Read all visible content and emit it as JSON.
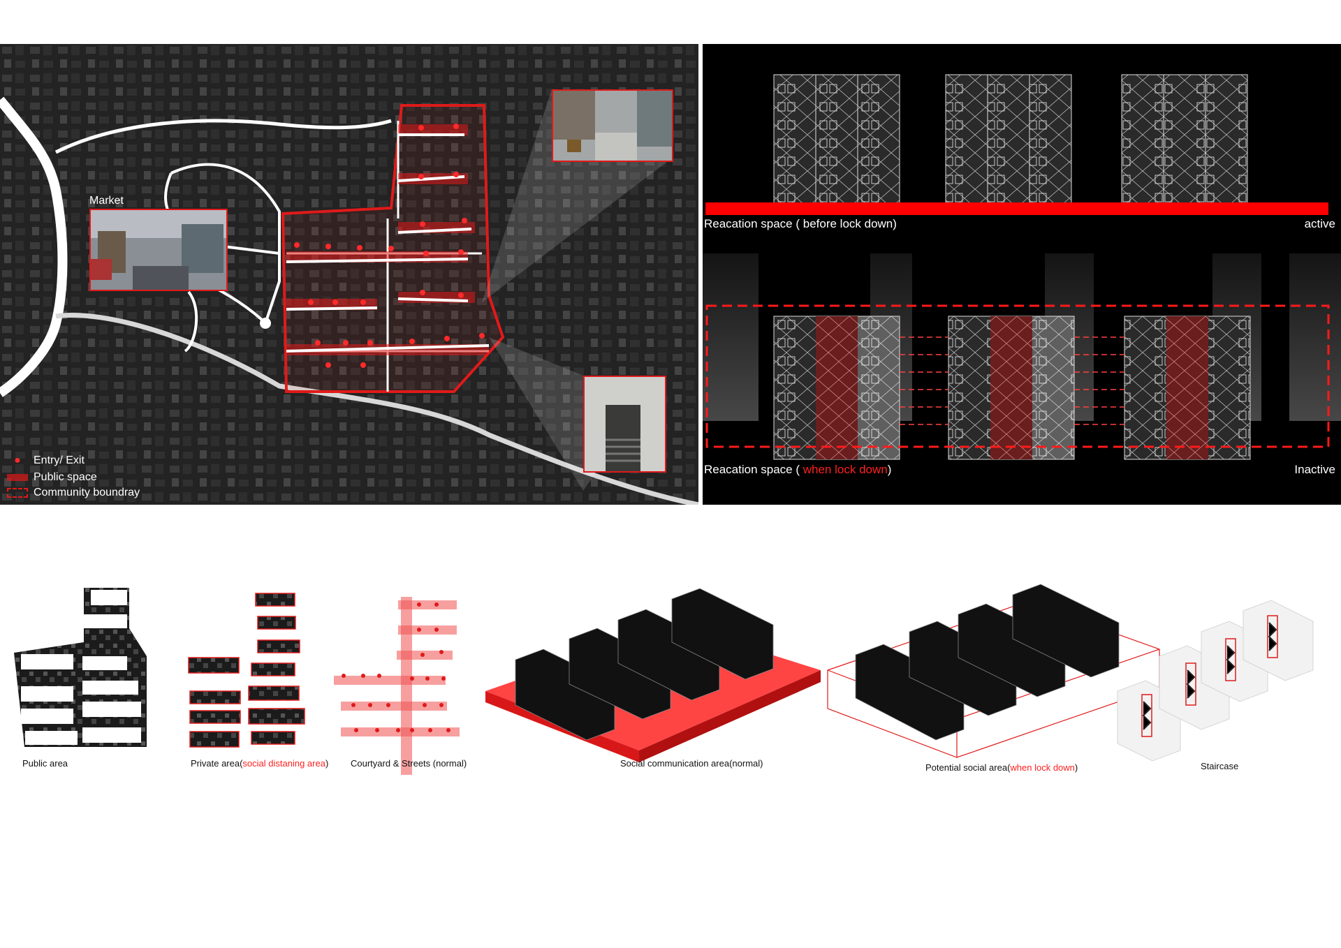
{
  "map": {
    "market_label": "Market",
    "legend": {
      "entry_exit": "Entry/ Exit",
      "public_space": "Public space",
      "community_boundary": "Community boundray"
    }
  },
  "section": {
    "before_caption_prefix": "Reacation space ( before lock down)",
    "before_state": "active",
    "after_caption_prefix": "Reacation space ( ",
    "after_caption_red": "when lock down",
    "after_caption_suffix": ")",
    "after_state": "Inactive"
  },
  "bottom_labels": {
    "public_area": "Public area",
    "private_prefix": "Private area(",
    "private_red": "social distaning area",
    "private_suffix": ")",
    "courtyard": "Courtyard & Streets (normal)",
    "social_comm": "Social communication area(normal)",
    "potential_prefix": "Potential social area(",
    "potential_red": "when lock down",
    "potential_suffix": ")",
    "staircase": "Staircase"
  },
  "colors": {
    "accent_red": "#e01a1a",
    "dark_bg": "#000000",
    "map_bg": "#1c1c1c"
  }
}
